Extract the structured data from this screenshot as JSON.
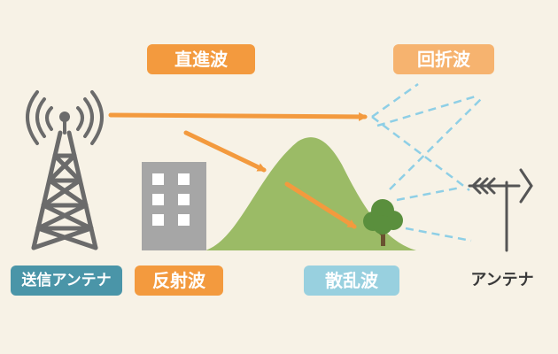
{
  "labels": {
    "direct_wave": "直進波",
    "diffracted_wave": "回折波",
    "transmit_antenna": "送信アンテナ",
    "reflected_wave": "反射波",
    "scattered_wave": "散乱波",
    "antenna": "アンテナ"
  },
  "colors": {
    "background": "#f7f2e6",
    "direct_wave_tag": "#f39a3e",
    "diffracted_wave_tag": "#f6b36f",
    "transmit_antenna_tag": "#4a95a8",
    "reflected_wave_tag": "#f39a3e",
    "scattered_wave_tag": "#98d0df",
    "arrow": "#f39a3e",
    "dashed_line": "#8ecfe6",
    "hill": "#9bbb66",
    "building": "#a6a6a6",
    "tree_foliage": "#5a8f3d",
    "tree_trunk": "#6a5230",
    "tower": "#6b6b6b"
  },
  "icons": [
    "transmit-tower-icon",
    "building-icon",
    "hill-icon",
    "tree-icon",
    "receive-antenna-icon"
  ]
}
